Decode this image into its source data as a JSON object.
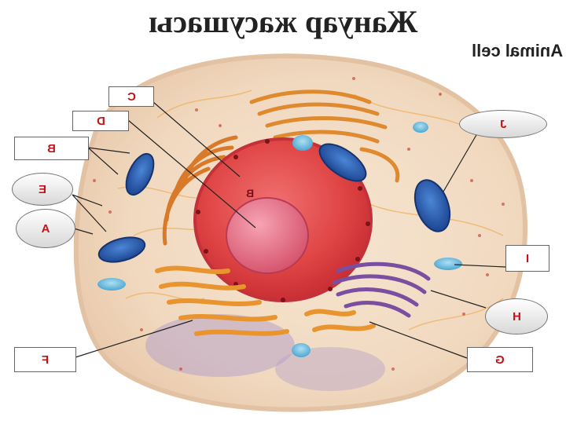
{
  "title": "Жануар жасушасы",
  "subtitle": "Animal cell",
  "labels": {
    "A": "A",
    "B": "B",
    "C": "C",
    "D": "D",
    "E": "E",
    "F": "F",
    "G": "G",
    "H": "H",
    "I": "I",
    "J": "J",
    "nucleus": "B"
  },
  "colors": {
    "label_text": "#c0141a",
    "cytoplasm": "#f3dcc4",
    "nucleus": "#e0454a",
    "mitochondria": "#2a5db0",
    "er": "#e08a30"
  }
}
